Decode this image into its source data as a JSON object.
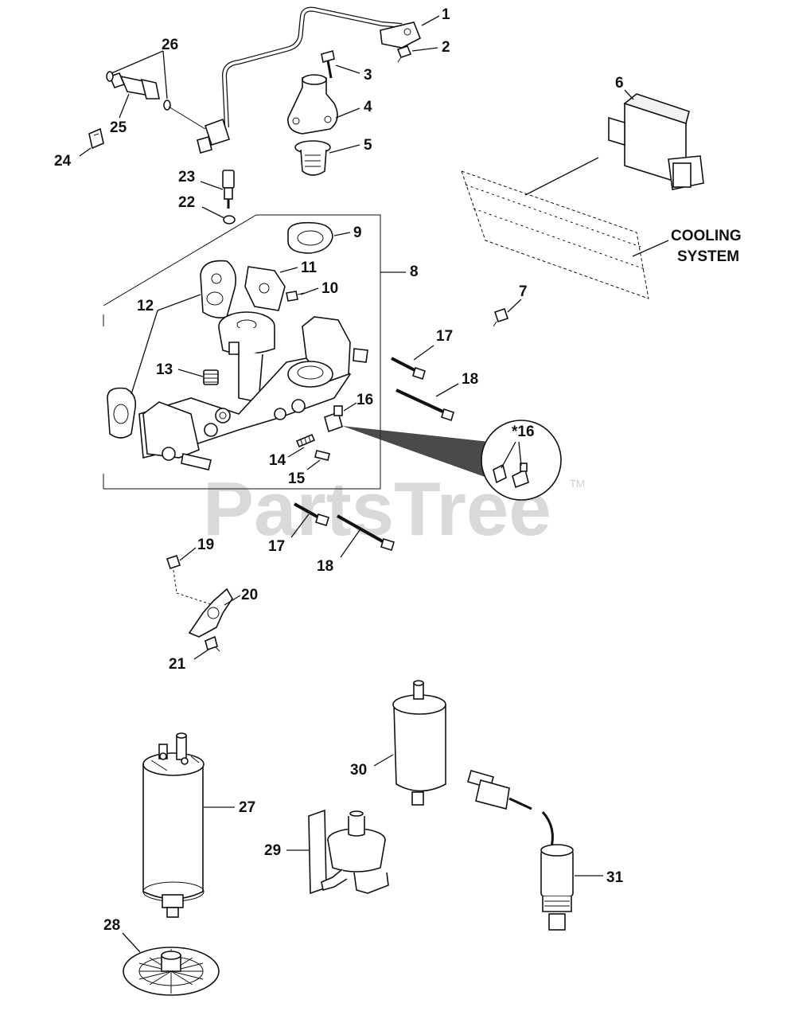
{
  "watermark": {
    "text": "PartsTree",
    "tm": "TM"
  },
  "callouts": {
    "c1": "1",
    "c2": "2",
    "c3": "3",
    "c4": "4",
    "c5": "5",
    "c6": "6",
    "c7": "7",
    "c8": "8",
    "c9": "9",
    "c10": "10",
    "c11": "11",
    "c12": "12",
    "c13": "13",
    "c14": "14",
    "c15": "15",
    "c16": "16",
    "c16b": "*16",
    "c17a": "17",
    "c17b": "17",
    "c18a": "18",
    "c18b": "18",
    "c19": "19",
    "c20": "20",
    "c21": "21",
    "c22": "22",
    "c23": "23",
    "c24": "24",
    "c25": "25",
    "c26": "26",
    "c27": "27",
    "c28": "28",
    "c29": "29",
    "c30": "30",
    "c31": "31"
  },
  "cooling": {
    "line1": "COOLING",
    "line2": "SYSTEM"
  }
}
